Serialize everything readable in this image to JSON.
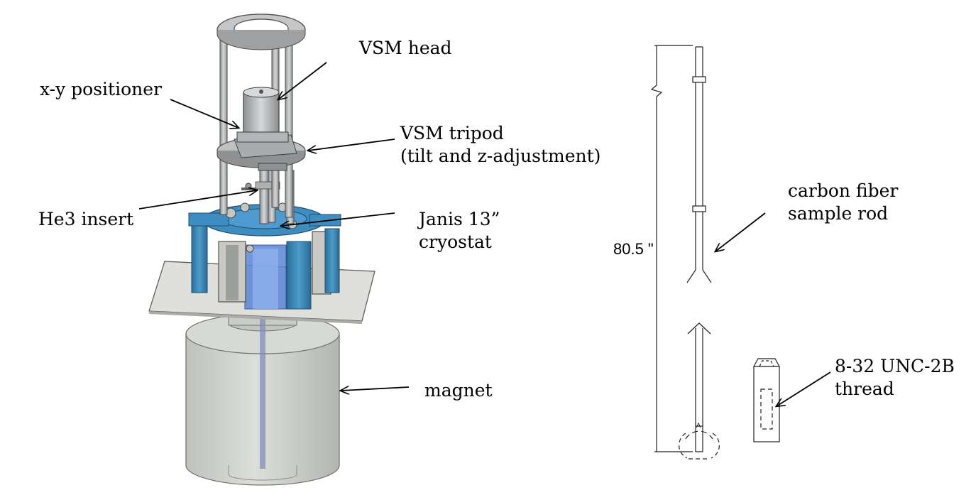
{
  "labels": {
    "vsm_head": "VSM head",
    "xy_positioner": "x-y positioner",
    "vsm_tripod_1": "VSM tripod",
    "vsm_tripod_2": "(tilt and z-adjustment)",
    "he3_insert": "He3 insert",
    "janis_1": "Janis 13”",
    "janis_2": "cryostat",
    "magnet": "magnet",
    "carbon_1": "carbon fiber",
    "carbon_2": "sample rod",
    "thread_1": "8-32 UNC-2B",
    "thread_2": "thread",
    "rod_length": "80.5 \"",
    "tip_mark": "A"
  },
  "colors": {
    "metal_gray": "#b9bcbd",
    "magnet_gray": "#cfd2cc",
    "cryostat_blue": "#2f7fb0",
    "insert_blue": "#3a55c8",
    "arrow": "#000000"
  }
}
